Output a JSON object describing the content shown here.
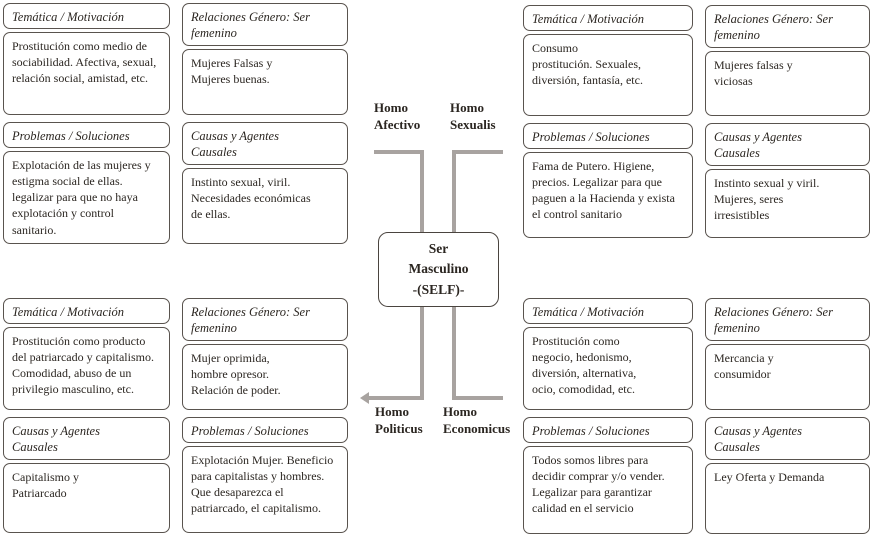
{
  "center_box": {
    "label": "Ser\nMasculino\n-(SELF)-"
  },
  "axis_labels": {
    "top_left": "Homo Afectivo",
    "top_right": "Homo Sexualis",
    "bottom_left": "Homo Politicus",
    "bottom_right": "Homo Economicus"
  },
  "colors": {
    "axis_line": "#a8a3a0",
    "box_border": "#59534e",
    "text": "#2b2621",
    "background": "#ffffff"
  },
  "quadrants": {
    "top_left": {
      "tematica": {
        "header": "Temática / Motivación",
        "body": "Prostitución como medio de sociabilidad. Afectiva, sexual, relación social, amistad, etc."
      },
      "relaciones": {
        "header": "Relaciones Género: Ser\nfemenino",
        "body": "Mujeres Falsas y\nMujeres buenas."
      },
      "problemas": {
        "header": "Problemas / Soluciones",
        "body": "Explotación de las mujeres y estigma social de ellas. legalizar para que no haya explotación y control sanitario."
      },
      "causas": {
        "header": "Causas y Agentes\nCausales",
        "body": "Instinto sexual, viril.\nNecesidades económicas\nde ellas."
      }
    },
    "top_right": {
      "tematica": {
        "header": "Temática / Motivación",
        "body": "Consumo\nprostitución. Sexuales,\ndiversión, fantasía, etc."
      },
      "relaciones": {
        "header": "Relaciones Género: Ser\nfemenino",
        "body": "Mujeres falsas y\nviciosas"
      },
      "problemas": {
        "header": "Problemas / Soluciones",
        "body": "Fama de Putero. Higiene, precios. Legalizar para que paguen a la Hacienda y exista el control sanitario"
      },
      "causas": {
        "header": "Causas y Agentes\nCausales",
        "body": "Instinto sexual y viril.\nMujeres, seres\nirresistibles"
      }
    },
    "bottom_left": {
      "tematica": {
        "header": "Temática / Motivación",
        "body": "Prostitución como producto del patriarcado y capitalismo. Comodidad, abuso de un privilegio masculino, etc."
      },
      "relaciones": {
        "header": "Relaciones Género: Ser\nfemenino",
        "body": "Mujer oprimida,\nhombre opresor.\nRelación de poder."
      },
      "causas": {
        "header": "Causas y Agentes\nCausales",
        "body": "Capitalismo y\nPatriarcado"
      },
      "problemas": {
        "header": "Problemas / Soluciones",
        "body": "Explotación Mujer. Beneficio para capitalistas y hombres. Que desaparezca el patriarcado, el capitalismo."
      }
    },
    "bottom_right": {
      "tematica": {
        "header": "Temática / Motivación",
        "body": "Prostitución como\nnegocio, hedonismo,\ndiversión, alternativa,\nocio, comodidad, etc."
      },
      "relaciones": {
        "header": "Relaciones Género: Ser\nfemenino",
        "body": "Mercancia y\nconsumidor"
      },
      "problemas": {
        "header": "Problemas / Soluciones",
        "body": "Todos somos libres para decidir comprar y/o vender. Legalizar para garantizar calidad en el servicio"
      },
      "causas": {
        "header": "Causas y Agentes\nCausales",
        "body": "Ley Oferta y Demanda"
      }
    }
  }
}
